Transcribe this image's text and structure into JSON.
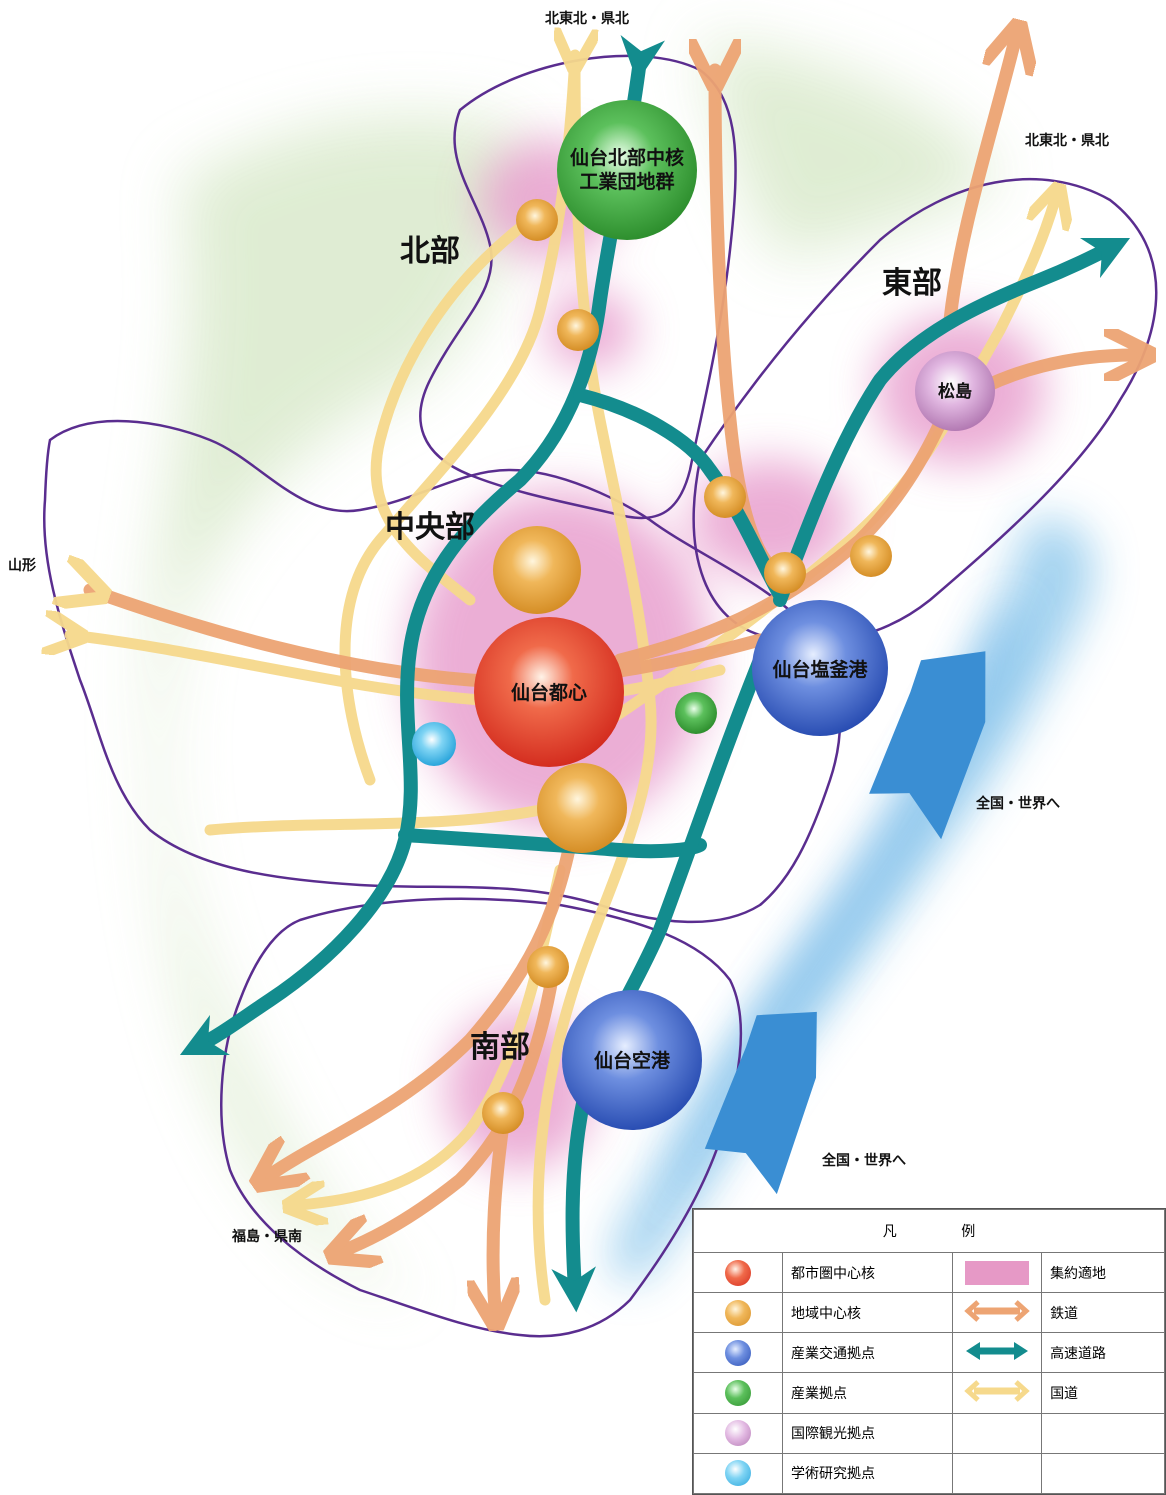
{
  "regions": {
    "north": "北部",
    "east": "東部",
    "central": "中央部",
    "south": "南部"
  },
  "destinations": {
    "north_center": "北東北・県北",
    "north_east": "北東北・県北",
    "west": "山形",
    "sea_1": "全国・世界へ",
    "sea_2": "全国・世界へ",
    "south_west": "福島・県南"
  },
  "nodes": {
    "northern_industry": "仙台北部中核\n工業団地群",
    "matsushima": "松島",
    "city_center": "仙台都心",
    "port": "仙台塩釜港",
    "airport": "仙台空港"
  },
  "legend": {
    "title_left": "凡",
    "title_right": "例",
    "items": [
      {
        "label": "都市圏中心核",
        "icon": "red-circle-icon",
        "color": "#e8392b"
      },
      {
        "label": "地域中心核",
        "icon": "orange-circle-icon",
        "color": "#e9a23a"
      },
      {
        "label": "産業交通拠点",
        "icon": "blue-circle-icon",
        "color": "#3a62c4"
      },
      {
        "label": "産業拠点",
        "icon": "green-circle-icon",
        "color": "#3aa13a"
      },
      {
        "label": "国際観光拠点",
        "icon": "purple-circle-icon",
        "color": "#c98fc9"
      },
      {
        "label": "学術研究拠点",
        "icon": "cyan-circle-icon",
        "color": "#39b3e6"
      }
    ],
    "line_items": [
      {
        "label": "集約適地",
        "icon": "pink-area-icon",
        "color": "#e07fb8"
      },
      {
        "label": "鉄道",
        "icon": "railway-arrow-icon",
        "color": "#eda473"
      },
      {
        "label": "高速道路",
        "icon": "expressway-arrow-icon",
        "color": "#138c8e"
      },
      {
        "label": "国道",
        "icon": "national-road-arrow-icon",
        "color": "#f6d98c"
      }
    ]
  }
}
